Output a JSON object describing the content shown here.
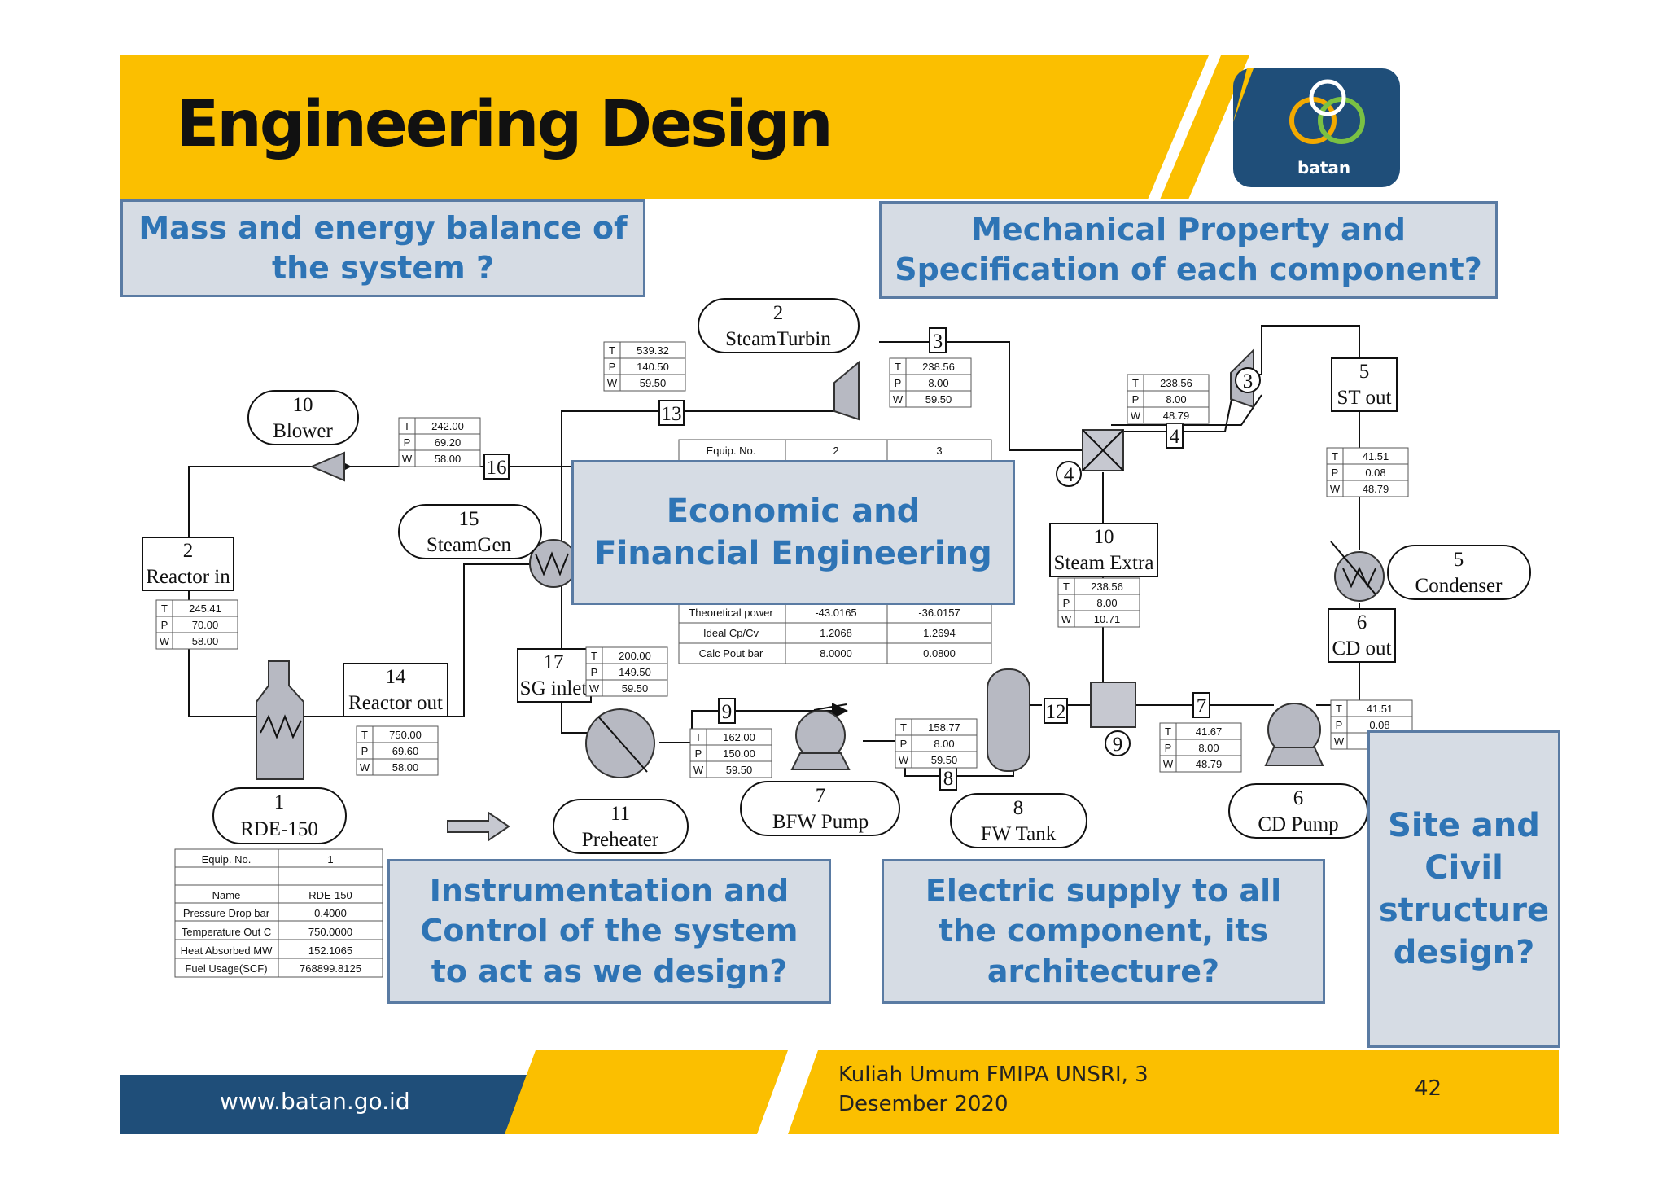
{
  "slide": {
    "title": "Engineering Design",
    "logo_text": "batan",
    "footer_url": "www.batan.go.id",
    "footer_lecture": "Kuliah Umum FMIPA UNSRI, 3\nDesember 2020",
    "page_number": "42",
    "colors": {
      "accent_yellow": "#fbbf00",
      "dark_blue": "#1f4e79",
      "box_fill": "#d6dce4",
      "box_border": "#5a7ba3",
      "box_text": "#2e74b5"
    }
  },
  "questions": {
    "mass_energy": "Mass and energy balance of the system ?",
    "mechanical": "Mechanical Property and Specification of each component?",
    "economic": "Economic and Financial Engineering",
    "instrumentation": "Instrumentation and Control of the system to act as we design?",
    "electric": "Electric supply to all the component, its architecture?",
    "site_civil": "Site and Civil structure design?"
  },
  "diagram": {
    "components": {
      "steam_turbine": {
        "num": "2",
        "name": "SteamTurbin"
      },
      "blower": {
        "num": "10",
        "name": "Blower"
      },
      "steam_gen": {
        "num": "15",
        "name": "SteamGen"
      },
      "reactor_in": {
        "num": "2",
        "name": "Reactor in"
      },
      "reactor_out": {
        "num": "14",
        "name": "Reactor out"
      },
      "rde": {
        "num": "1",
        "name": "RDE-150"
      },
      "sg_inlet": {
        "num": "17",
        "name": "SG inlet"
      },
      "preheater": {
        "num": "11",
        "name": "Preheater"
      },
      "bfw_pump": {
        "num": "7",
        "name": "BFW Pump"
      },
      "fw_tank": {
        "num": "8",
        "name": "FW Tank"
      },
      "steam_extra": {
        "num": "10",
        "name": "Steam Extra"
      },
      "st_out": {
        "num": "5",
        "name": "ST out"
      },
      "condenser": {
        "num": "5",
        "name": "Condenser"
      },
      "cd_out": {
        "num": "6",
        "name": "CD out"
      },
      "cd_pump": {
        "num": "6",
        "name": "CD Pump"
      }
    },
    "stream_tags": {
      "s13": "13",
      "s16": "16",
      "s3": "3",
      "s3c": "3",
      "s4": "4",
      "s4c": "4",
      "s9": "9",
      "s9c": "9",
      "s12": "12",
      "s8": "8",
      "s7": "7"
    },
    "stream_tables": {
      "turb_in": {
        "T": "539.32",
        "P": "140.50",
        "W": "59.50"
      },
      "turb_out": {
        "T": "238.56",
        "P": "8.00",
        "W": "59.50"
      },
      "blower_out": {
        "T": "242.00",
        "P": "69.20",
        "W": "58.00"
      },
      "reactor_in": {
        "T": "245.41",
        "P": "70.00",
        "W": "58.00"
      },
      "reactor_out": {
        "T": "750.00",
        "P": "69.60",
        "W": "58.00"
      },
      "sg_inlet": {
        "T": "200.00",
        "P": "149.50",
        "W": "59.50"
      },
      "preheat_out": {
        "T": "162.00",
        "P": "150.00",
        "W": "59.50"
      },
      "fw_in": {
        "T": "158.77",
        "P": "8.00",
        "W": "59.50"
      },
      "split": {
        "T": "238.56",
        "P": "8.00",
        "W": "48.79"
      },
      "st_out": {
        "T": "41.51",
        "P": "0.08",
        "W": "48.79"
      },
      "steam_extra": {
        "T": "238.56",
        "P": "8.00",
        "W": "10.71"
      },
      "pump_out": {
        "T": "41.67",
        "P": "8.00",
        "W": "48.79"
      },
      "cd_out": {
        "T": "41.51",
        "P": "0.08",
        "W": ""
      }
    },
    "turbine_table": {
      "header": [
        "Equip. No.",
        "2",
        "3"
      ],
      "rows": [
        [
          "Theoretical power",
          "-43.0165",
          "-36.0157"
        ],
        [
          "Ideal Cp/Cv",
          "1.2068",
          "1.2694"
        ],
        [
          "Calc Pout  bar",
          "8.0000",
          "0.0800"
        ]
      ]
    },
    "reactor_table": {
      "header": [
        "Equip. No.",
        "1"
      ],
      "rows": [
        [
          "Name",
          "RDE-150"
        ],
        [
          "Pressure Drop  bar",
          "0.4000"
        ],
        [
          "Temperature Out  C",
          "750.0000"
        ],
        [
          "Heat Absorbed  MW",
          "152.1065"
        ],
        [
          "Fuel Usage(SCF)",
          "768899.8125"
        ]
      ]
    }
  }
}
